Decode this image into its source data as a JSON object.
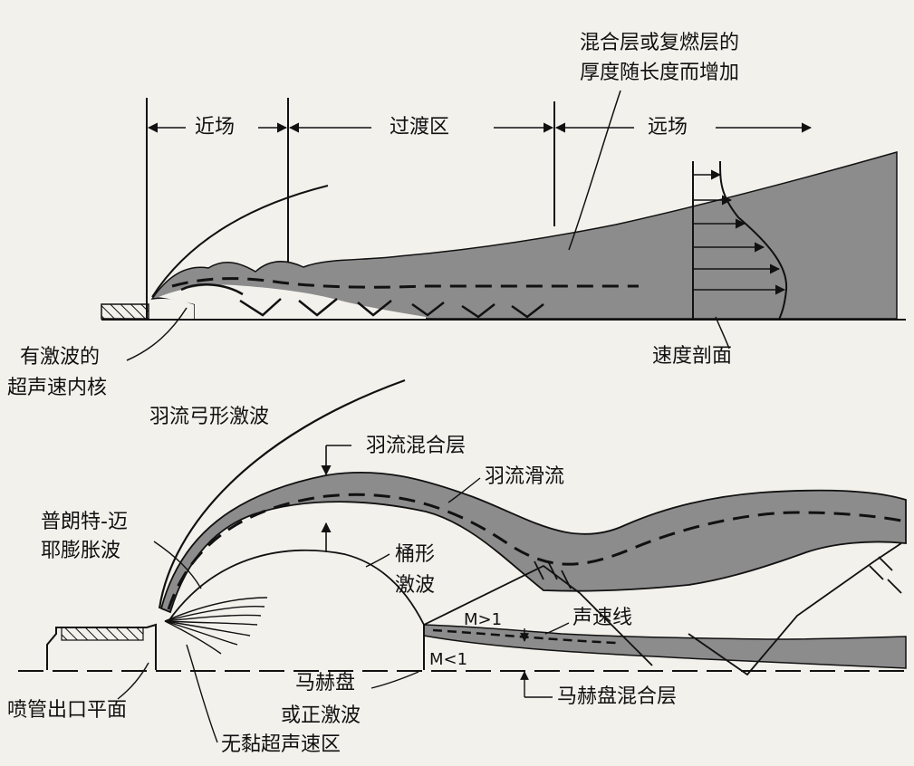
{
  "colors": {
    "paper": "#f3f1ec",
    "ink": "#111111",
    "shade": "#8c8c8c"
  },
  "upper": {
    "near_field": "近场",
    "transition": "过渡区",
    "far_field": "远场",
    "mixing_note_1": "混合层或复燃层的",
    "mixing_note_2": "厚度随长度而增加",
    "core_1": "有激波的",
    "core_2": "超声速内核",
    "velocity_profile": "速度剖面"
  },
  "lower": {
    "bow_shock": "羽流弓形激波",
    "plume_mixing": "羽流混合层",
    "plume_slipstream": "羽流滑流",
    "pm_1": "普朗特-迈",
    "pm_2": "耶膨胀波",
    "barrel_1": "桶形",
    "barrel_2": "激波",
    "m_gt": "M>1",
    "m_lt": "M<1",
    "sonic_line": "声速线",
    "mach_disk_1": "马赫盘",
    "mach_disk_2": "或正激波",
    "mach_disk_mix": "马赫盘混合层",
    "nozzle_exit": "喷管出口平面",
    "inviscid": "无黏超声速区"
  }
}
